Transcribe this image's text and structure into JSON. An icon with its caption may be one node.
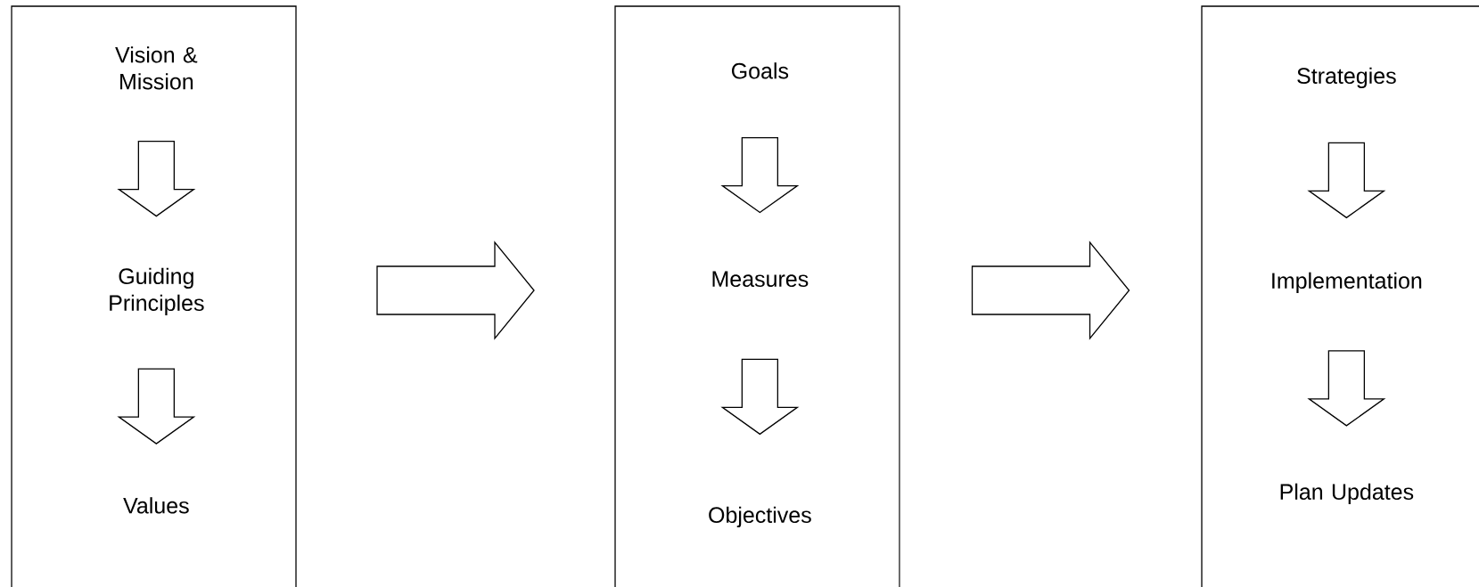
{
  "diagram": {
    "nodes": [
      {
        "text": [],
        "shape": "box"
      },
      {
        "text": [
          "Vision & Mission"
        ],
        "in": 0
      },
      {
        "text": [
          "Guiding Principles"
        ],
        "in": 0
      },
      {
        "text": [
          "Values"
        ],
        "in": 0
      },
      {
        "text": [],
        "shape": "box"
      },
      {
        "text": [
          "Goals"
        ],
        "in": 4
      },
      {
        "text": [
          "Measures"
        ],
        "in": 4
      },
      {
        "text": [
          "Objectives"
        ],
        "in": 4
      },
      {
        "text": [],
        "shape": "box"
      },
      {
        "text": [
          "Strategies"
        ],
        "in": 8
      },
      {
        "text": [
          "Implementation"
        ],
        "in": 8
      },
      {
        "text": [
          "Plan Updates"
        ],
        "in": 8
      }
    ],
    "edges": [
      {
        "from": 1,
        "to": 2,
        "arrow": "to"
      },
      {
        "from": 2,
        "to": 3,
        "arrow": "to"
      },
      {
        "from": 5,
        "to": 6,
        "arrow": "to"
      },
      {
        "from": 6,
        "to": 7,
        "arrow": "to"
      },
      {
        "from": 9,
        "to": 10,
        "arrow": "to"
      },
      {
        "from": 10,
        "to": 11,
        "arrow": "to"
      },
      {
        "from": 0,
        "to": 4,
        "arrow": "to"
      },
      {
        "from": 4,
        "to": 8,
        "arrow": "to"
      }
    ]
  }
}
